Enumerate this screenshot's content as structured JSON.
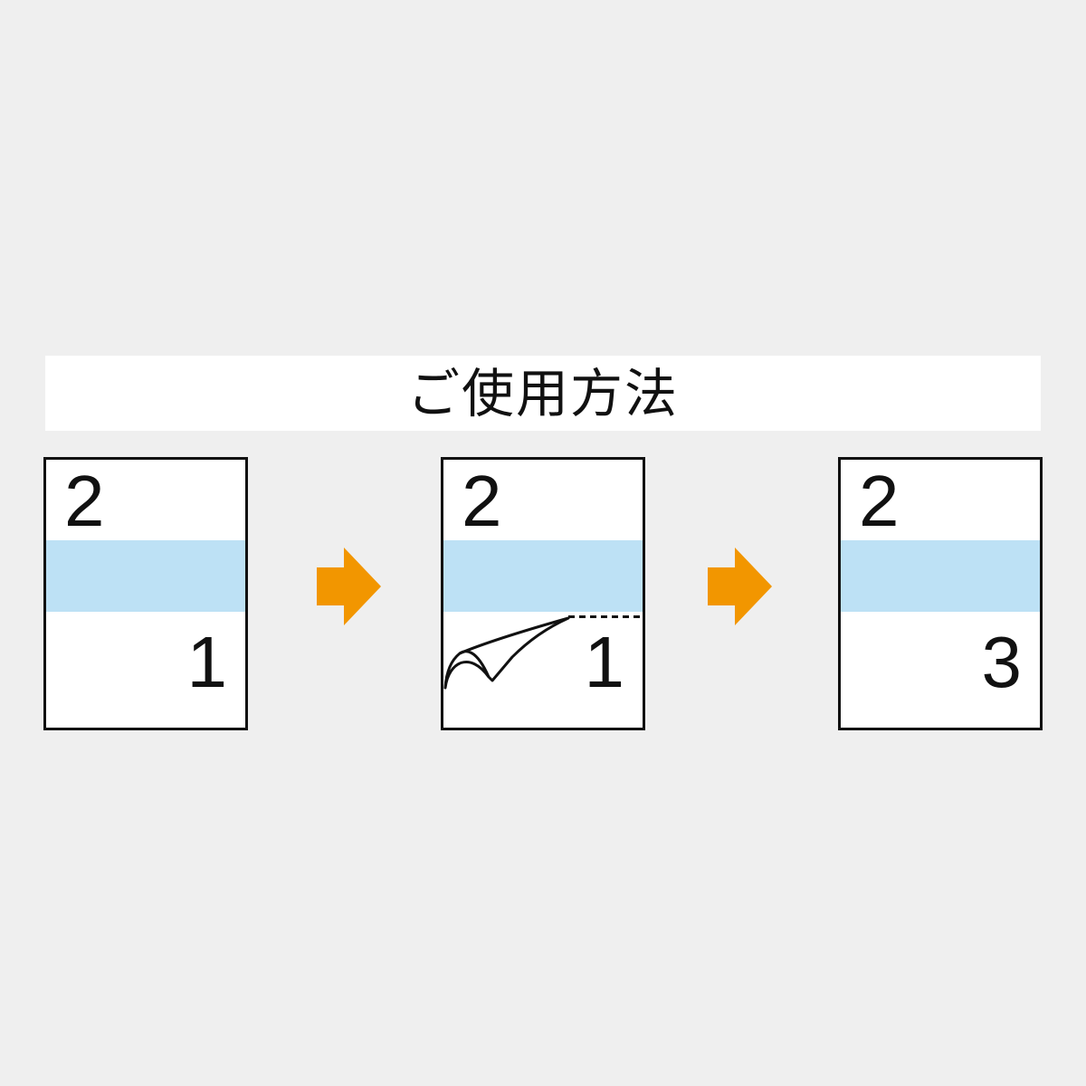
{
  "title": "ご使用方法",
  "colors": {
    "background": "#efefef",
    "band": "#bde1f5",
    "arrow": "#f29600",
    "outline": "#111111"
  },
  "steps": [
    {
      "top_number": "2",
      "bottom_number": "1",
      "peel": false
    },
    {
      "top_number": "2",
      "bottom_number": "1",
      "peel": true
    },
    {
      "top_number": "2",
      "bottom_number": "3",
      "peel": false
    }
  ],
  "arrows": [
    {
      "icon": "arrow-right-icon"
    },
    {
      "icon": "arrow-right-icon"
    }
  ]
}
